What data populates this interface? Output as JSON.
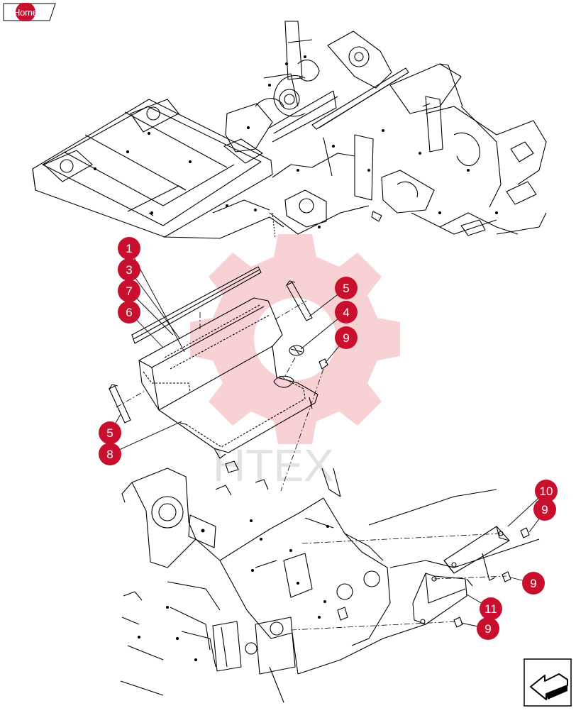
{
  "nav": {
    "home_label": "Home"
  },
  "watermark": {
    "text": "HTEX"
  },
  "callouts": [
    {
      "id": "c1",
      "label": "1"
    },
    {
      "id": "c3",
      "label": "3"
    },
    {
      "id": "c7",
      "label": "7"
    },
    {
      "id": "c6",
      "label": "6"
    },
    {
      "id": "c5a",
      "label": "5"
    },
    {
      "id": "c4",
      "label": "4"
    },
    {
      "id": "c9a",
      "label": "9"
    },
    {
      "id": "c5b",
      "label": "5"
    },
    {
      "id": "c8",
      "label": "8"
    },
    {
      "id": "c10",
      "label": "10"
    },
    {
      "id": "c9b",
      "label": "9"
    },
    {
      "id": "c9c",
      "label": "9"
    },
    {
      "id": "c11",
      "label": "11"
    },
    {
      "id": "c9d",
      "label": "9"
    }
  ],
  "colors": {
    "callout": "#c8102e",
    "line": "#000000",
    "watermark_gear": "#f6c9cc"
  },
  "icons": {
    "return": "return-arrow-icon"
  }
}
